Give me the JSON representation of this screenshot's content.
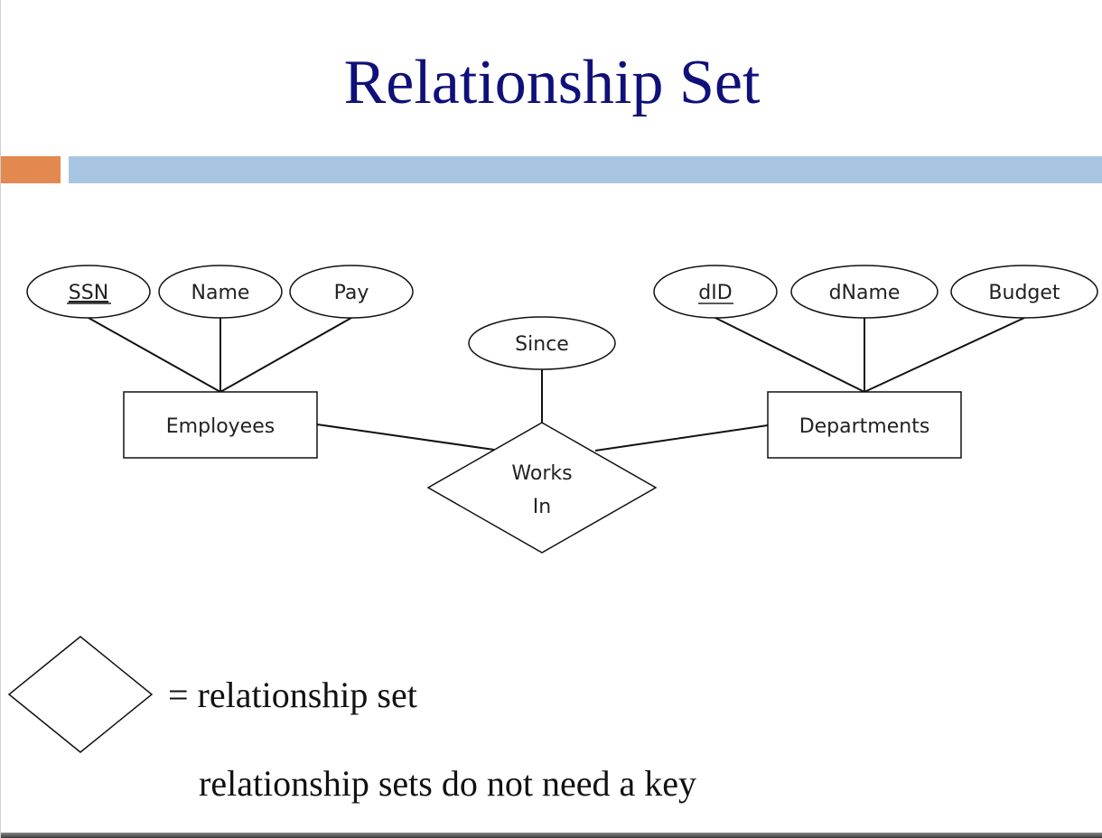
{
  "slide": {
    "title": "Relationship Set",
    "legend_text": "= relationship set",
    "note_text": "relationship sets do not need a key"
  },
  "diagram": {
    "entities": {
      "employees": "Employees",
      "departments": "Departments"
    },
    "relationship": {
      "line1": "Works",
      "line2": "In"
    },
    "attributes": {
      "ssn": "SSN",
      "name": "Name",
      "pay": "Pay",
      "since": "Since",
      "did": "dID",
      "dname": "dName",
      "budget": "Budget"
    }
  }
}
